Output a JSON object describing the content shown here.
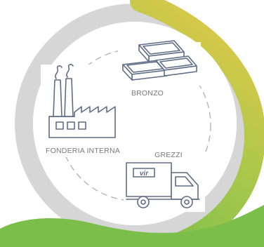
{
  "nodes": {
    "bronzo": {
      "label": "BRONZO",
      "icon": "bronze-ingots-icon"
    },
    "fonderia": {
      "label": "FONDERIA INTERNA",
      "icon": "factory-icon"
    },
    "grezzi": {
      "label": "GREZZI",
      "icon": "delivery-truck-icon"
    }
  },
  "truck_logo": "vir",
  "colors": {
    "ring_gray": "#d6d6d6",
    "gradient_green": "#7bbf4a",
    "gradient_yellow": "#d7c84a",
    "icon_stroke": "#5e6d86",
    "label_gray": "#7a7a7a",
    "dashed_line": "#b5b5b5"
  }
}
